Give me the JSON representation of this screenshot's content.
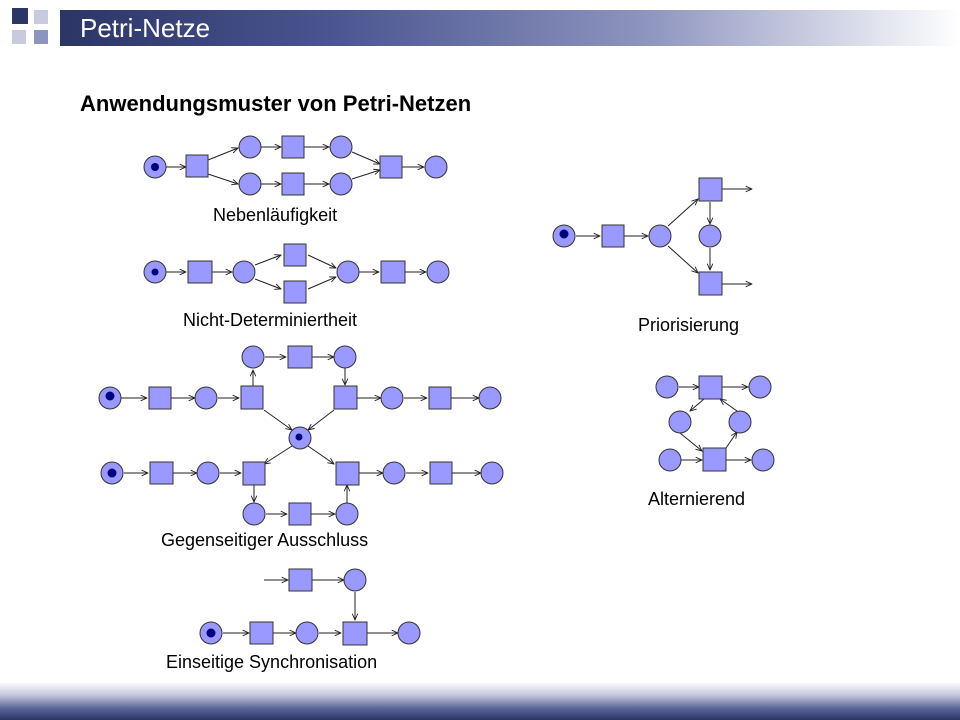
{
  "header": {
    "title": "Petri-Netze"
  },
  "subtitle": "Anwendungsmuster von Petri-Netzen",
  "patterns": {
    "nebenlaeufigkeit": "Nebenläufigkeit",
    "nicht_determiniertheit": "Nicht-Determiniertheit",
    "priorisierung": "Priorisierung",
    "gegenseitiger_ausschluss": "Gegenseitiger Ausschluss",
    "alternierend": "Alternierend",
    "einseitige_synchronisation": "Einseitige Synchronisation"
  },
  "colors": {
    "node_fill": "#9999ff",
    "node_stroke": "#333333",
    "token": "#000080",
    "title_band_dark": "#2b3566"
  }
}
